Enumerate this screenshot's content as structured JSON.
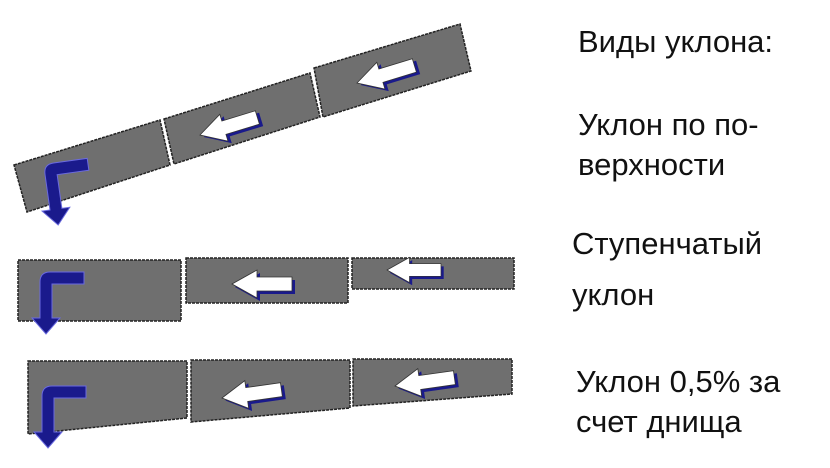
{
  "title": "Виды уклона:",
  "types": [
    {
      "lines": [
        "Уклон по по-",
        "верхности"
      ]
    },
    {
      "lines": [
        "Ступенчатый",
        "уклон"
      ]
    },
    {
      "lines": [
        "Уклон 0,5% за",
        "счет днища"
      ]
    }
  ],
  "colors": {
    "block": "#6f6f6f",
    "arrow_blue": "#1a1a8c",
    "arrow_white": "#ffffff"
  }
}
